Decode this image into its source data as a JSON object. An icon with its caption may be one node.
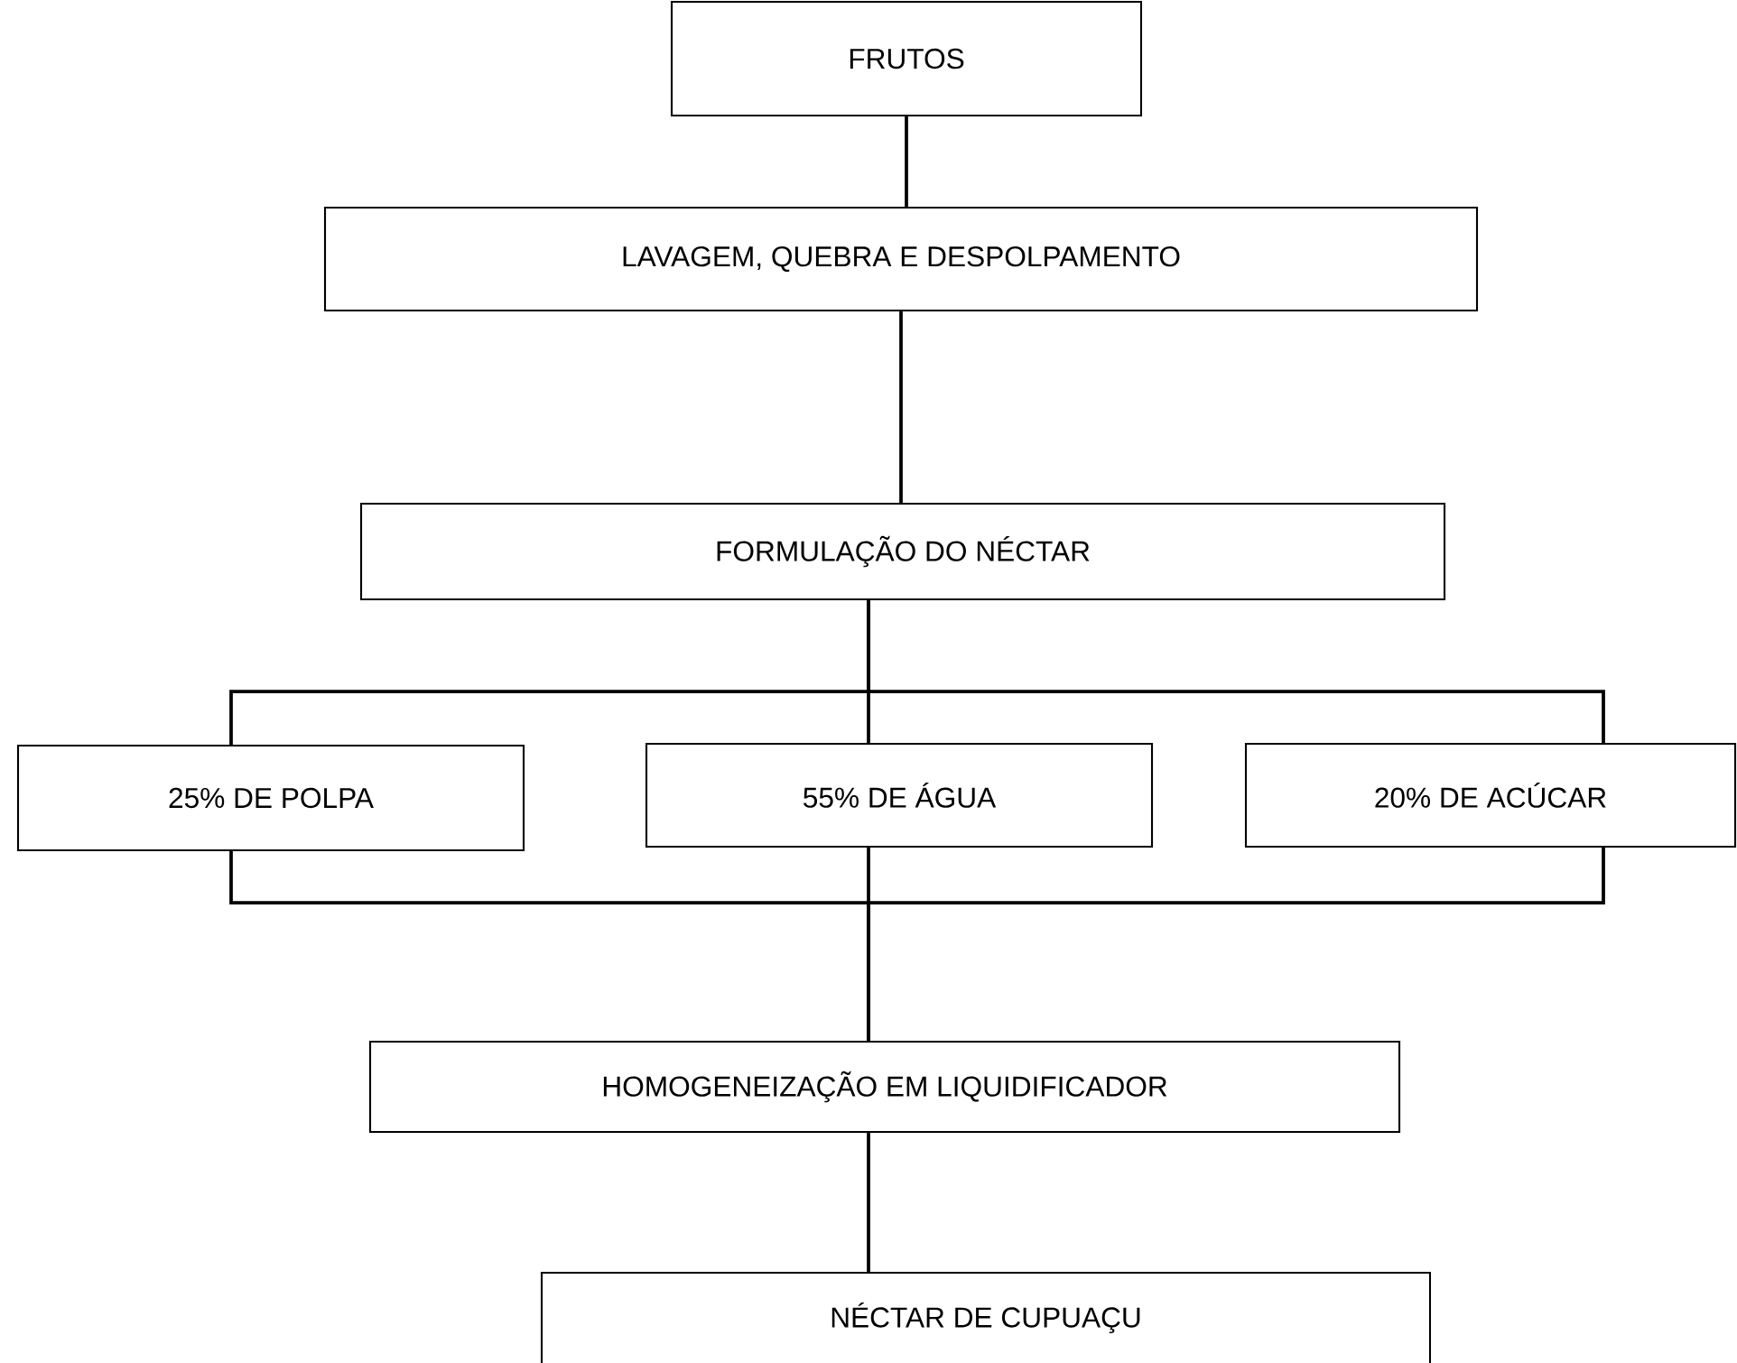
{
  "diagram": {
    "nodes": [
      {
        "text": [
          "FRUTOS"
        ]
      },
      {
        "text": [
          "LAVAGEM, QUEBRA E DESPOLPAMENTO"
        ]
      },
      {
        "text": [
          "FORMULAÇÃO DO NÉCTAR"
        ]
      },
      {
        "text": [
          "25% DE POLPA"
        ]
      },
      {
        "text": [
          "55% DE ÁGUA"
        ]
      },
      {
        "text": [
          "20% DE ACÚCAR"
        ]
      },
      {
        "text": [
          "HOMOGENEIZAÇÃO EM LIQUIDIFICADOR"
        ]
      },
      {
        "text": [
          "NÉCTAR DE CUPUAÇU"
        ]
      }
    ],
    "edges": [
      {
        "from": 0,
        "to": 1,
        "arrow": "none"
      },
      {
        "from": 1,
        "to": 2,
        "arrow": "none"
      },
      {
        "from": 2,
        "to": 3,
        "arrow": "none"
      },
      {
        "from": 2,
        "to": 4,
        "arrow": "none"
      },
      {
        "from": 2,
        "to": 5,
        "arrow": "none"
      },
      {
        "from": 3,
        "to": 6,
        "arrow": "none"
      },
      {
        "from": 4,
        "to": 6,
        "arrow": "none"
      },
      {
        "from": 5,
        "to": 6,
        "arrow": "none"
      },
      {
        "from": 6,
        "to": 7,
        "arrow": "none"
      }
    ]
  }
}
